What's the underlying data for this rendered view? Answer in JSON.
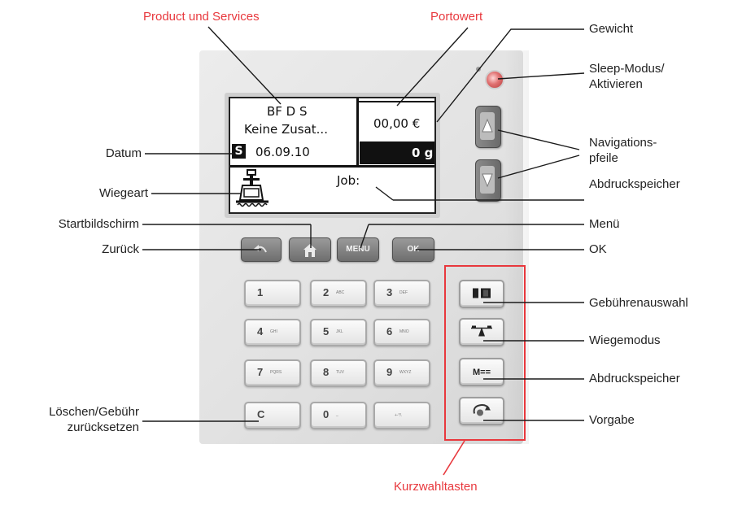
{
  "callouts": {
    "product_services": "Product und Services",
    "portowert": "Portowert",
    "gewicht": "Gewicht",
    "sleep_line1": "Sleep-Modus/",
    "sleep_line2": "Aktivieren",
    "navigation_line1": "Navigations-",
    "navigation_line2": "pfeile",
    "abdruckspeicher_top": "Abdruckspeicher",
    "menue": "Menü",
    "ok": "OK",
    "datum": "Datum",
    "wiegeart": "Wiegeart",
    "startbildschirm": "Startbildschirm",
    "zurueck": "Zurück",
    "gebuehrenauswahl": "Gebührenauswahl",
    "wiegemodus": "Wiegemodus",
    "abdruckspeicher_bottom": "Abdruckspeicher",
    "vorgabe": "Vorgabe",
    "loeschen_line1": "Löschen/Gebühr",
    "loeschen_line2": "zurücksetzen",
    "kurzwahltasten": "Kurzwahltasten"
  },
  "display": {
    "product_line1": "BF D S",
    "product_line2": "Keine Zusat...",
    "value": "00,00 €",
    "date_indicator": "S",
    "date": "06.09.10",
    "weight": "0 g",
    "job_label": "Job:"
  },
  "keys": {
    "menu_label": "MENU",
    "ok_label": "OK",
    "numeric": [
      {
        "digit": "1",
        "sub": ""
      },
      {
        "digit": "2",
        "sub": "ABC"
      },
      {
        "digit": "3",
        "sub": "DEF"
      },
      {
        "digit": "4",
        "sub": "GHI"
      },
      {
        "digit": "5",
        "sub": "JKL"
      },
      {
        "digit": "6",
        "sub": "MNO"
      },
      {
        "digit": "7",
        "sub": "PQRS"
      },
      {
        "digit": "8",
        "sub": "TUV"
      },
      {
        "digit": "9",
        "sub": "WXYZ"
      },
      {
        "digit": "C",
        "sub": ""
      },
      {
        "digit": "0",
        "sub": "_"
      },
      {
        "digit": "",
        "sub": "+-*/."
      }
    ],
    "side": {
      "mem_label": "M=="
    }
  },
  "colors": {
    "accent_red": "#e8383d",
    "lcd_dark": "#111111",
    "panel": "#e4e4e4"
  },
  "icons": [
    "back-arrow-icon",
    "home-icon",
    "scale-icon",
    "fee-selection-icon",
    "weighing-mode-icon",
    "preset-icon",
    "power-icon",
    "arrow-up-icon",
    "arrow-down-icon"
  ]
}
